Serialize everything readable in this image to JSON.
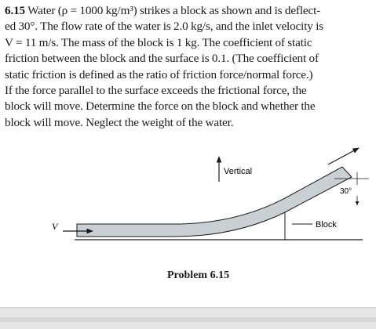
{
  "problem": {
    "number": "6.15",
    "lines": [
      "Water (ρ = 1000 kg/m³) strikes a block as shown and is deflect-",
      "ed 30°. The flow rate of the water is 2.0 kg/s, and the inlet velocity is",
      "V = 11 m/s. The mass of the block is 1 kg. The coefficient of static",
      "friction between the block and the surface is 0.1. (The coefficient of",
      "static friction is defined as the ratio of friction force/normal force.)",
      "If the force parallel to the surface exceeds the frictional force, the",
      "block will move. Determine the force on the block and whether the",
      "block will move. Neglect the weight of the water."
    ]
  },
  "figure": {
    "vertical_label": "Vertical",
    "angle_label": "30°",
    "block_label": "Block",
    "velocity_label": "V",
    "caption": "Problem 6.15"
  },
  "colors": {
    "jet_fill": "#c9d0d4",
    "ink": "#1a1a1a"
  }
}
